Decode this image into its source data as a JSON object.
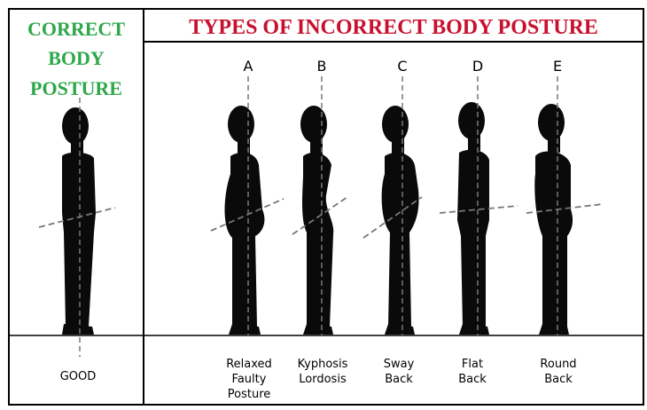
{
  "left_panel": {
    "title_lines": [
      "CORRECT",
      "BODY",
      "POSTURE"
    ],
    "title_color": "#2ea84a",
    "caption": "GOOD"
  },
  "right_panel": {
    "title": "TYPES OF INCORRECT BODY POSTURE",
    "title_color": "#c8102e",
    "figures": [
      {
        "letter": "A",
        "caption_lines": [
          "Relaxed",
          "Faulty",
          "Posture"
        ]
      },
      {
        "letter": "B",
        "caption_lines": [
          "Kyphosis",
          "Lordosis"
        ]
      },
      {
        "letter": "C",
        "caption_lines": [
          "Sway",
          "Back"
        ]
      },
      {
        "letter": "D",
        "caption_lines": [
          "Flat",
          "Back"
        ]
      },
      {
        "letter": "E",
        "caption_lines": [
          "Round",
          "Back"
        ]
      }
    ]
  },
  "colors": {
    "figure": "#0a0a0a",
    "frame": "#000000",
    "background": "#ffffff"
  }
}
